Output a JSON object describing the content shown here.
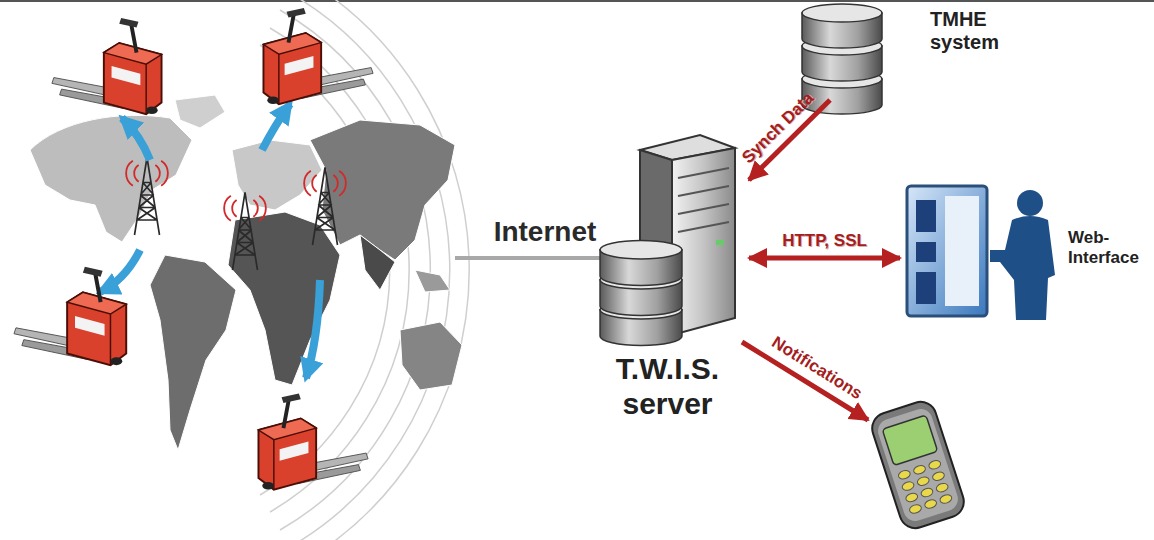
{
  "diagram": {
    "nodes": [
      {
        "text": [
          "TMHE system"
        ]
      },
      {
        "text": [
          "T.W.I.S. server"
        ]
      },
      {
        "text": [
          "Web- Interface"
        ]
      }
    ],
    "edges": [
      {
        "from": 0,
        "to": 1,
        "label": "Synch Data",
        "arrow": "to"
      },
      {
        "from": 1,
        "to": 2,
        "label": "HTTP, SSL",
        "arrow": "both"
      }
    ],
    "labels": [
      "Internet",
      "Notifications"
    ]
  }
}
